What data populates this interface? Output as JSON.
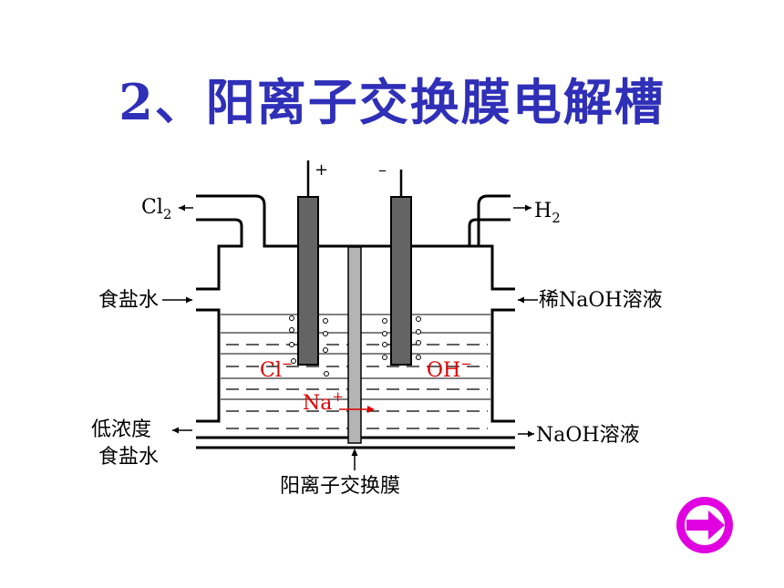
{
  "title": "2、阳离子交换膜电解槽",
  "labels": {
    "plus": "+",
    "minus": "–",
    "cl2_main": "Cl",
    "cl2_sub": "2",
    "h2_main": "H",
    "h2_sub": "2",
    "brine_in": "食盐水",
    "dilute_naoh": "稀NaOH溶液",
    "low_conc_line1": "低浓度",
    "low_conc_line2": "食盐水",
    "naoh_out": "NaOH溶液",
    "membrane": "阳离子交换膜",
    "cl_ion_main": "Cl",
    "cl_ion_sup": "−",
    "oh_ion_main": "OH",
    "oh_ion_sup": "−",
    "na_ion_main": "Na",
    "na_ion_sup": "+"
  },
  "colors": {
    "title": "#2f2fb8",
    "ions": "#e00000",
    "electrode": "#646464",
    "membrane": "#b4b4b4",
    "next_button": "#e000e0"
  },
  "icons": {
    "next": "next-arrow-icon"
  }
}
